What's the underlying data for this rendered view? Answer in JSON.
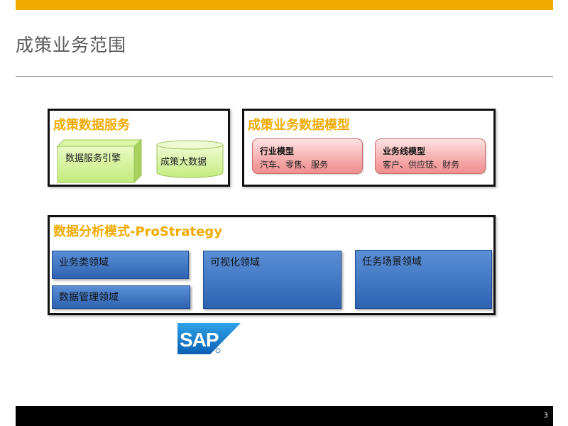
{
  "slide": {
    "title": "成策业务范围",
    "page_number": "3"
  },
  "data_services": {
    "title": "成策数据服务",
    "engine_label": "数据服务引擎",
    "bigdata_label": "成策大数据"
  },
  "data_models": {
    "title": "成策业务数据模型",
    "industry": {
      "title": "行业模型",
      "items": "汽车、零售、服务"
    },
    "business_line": {
      "title": "业务线模型",
      "items": "客户、供应链、财务"
    }
  },
  "analysis": {
    "title": "数据分析模式-ProStrategy",
    "business_domain": "业务类领域",
    "data_management": "数据管理领域",
    "visualization": "可视化领域",
    "task_scenario": "任务场景领域"
  },
  "logo": {
    "text": "SAP"
  },
  "colors": {
    "accent": "#f0ab00",
    "tile_blue": "#3a6fc0",
    "pill_pink": "#f5a3a3",
    "shape_green": "#ccf08a"
  }
}
